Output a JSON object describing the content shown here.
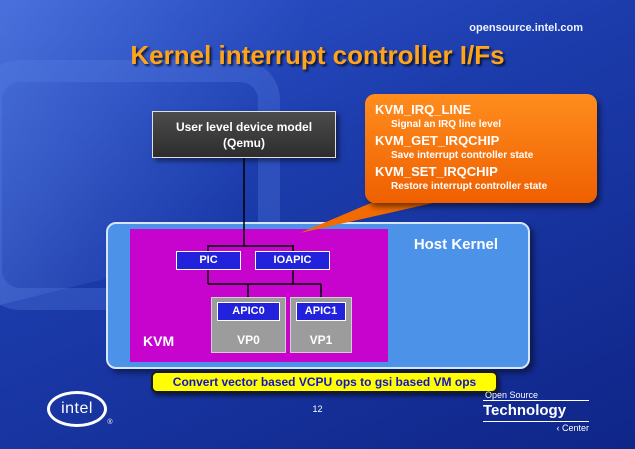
{
  "header": {
    "url": "opensource.intel.com"
  },
  "title": "Kernel interrupt controller I/Fs",
  "diagram": {
    "device_model": {
      "line1": "User level device model",
      "line2": "(Qemu)"
    },
    "host_kernel": "Host Kernel",
    "kvm": "KVM",
    "pic": "PIC",
    "ioapic": "IOAPIC",
    "vps": [
      {
        "apic": "APIC0",
        "label": "VP0"
      },
      {
        "apic": "APIC1",
        "label": "VP1"
      }
    ]
  },
  "callout": {
    "items": [
      {
        "api": "KVM_IRQ_LINE",
        "desc": "Signal an IRQ line level"
      },
      {
        "api": "KVM_GET_IRQCHIP",
        "desc": "Save interrupt controller state"
      },
      {
        "api": "KVM_SET_IRQCHIP",
        "desc": "Restore interrupt controller state"
      }
    ]
  },
  "banner": {
    "text": "Convert vector based VCPU ops to gsi based VM ops"
  },
  "footer": {
    "page_number": "12",
    "intel_logo": "intel",
    "intel_reg": "®",
    "otc": {
      "line1": "Open Source",
      "line2": "Technology",
      "line3": "Center",
      "chevron": "‹"
    }
  },
  "colors": {
    "background_blue": "#1C3CAC",
    "title_orange": "#FFA31A",
    "callout_orange": "#F26A00",
    "host_kernel_blue": "#4B92E8",
    "kvm_magenta": "#C604CE",
    "chip_blue": "#2222DD",
    "vp_gray": "#9C9C9C",
    "banner_yellow": "#FFFF00",
    "banner_text_blue": "#1212CC"
  }
}
